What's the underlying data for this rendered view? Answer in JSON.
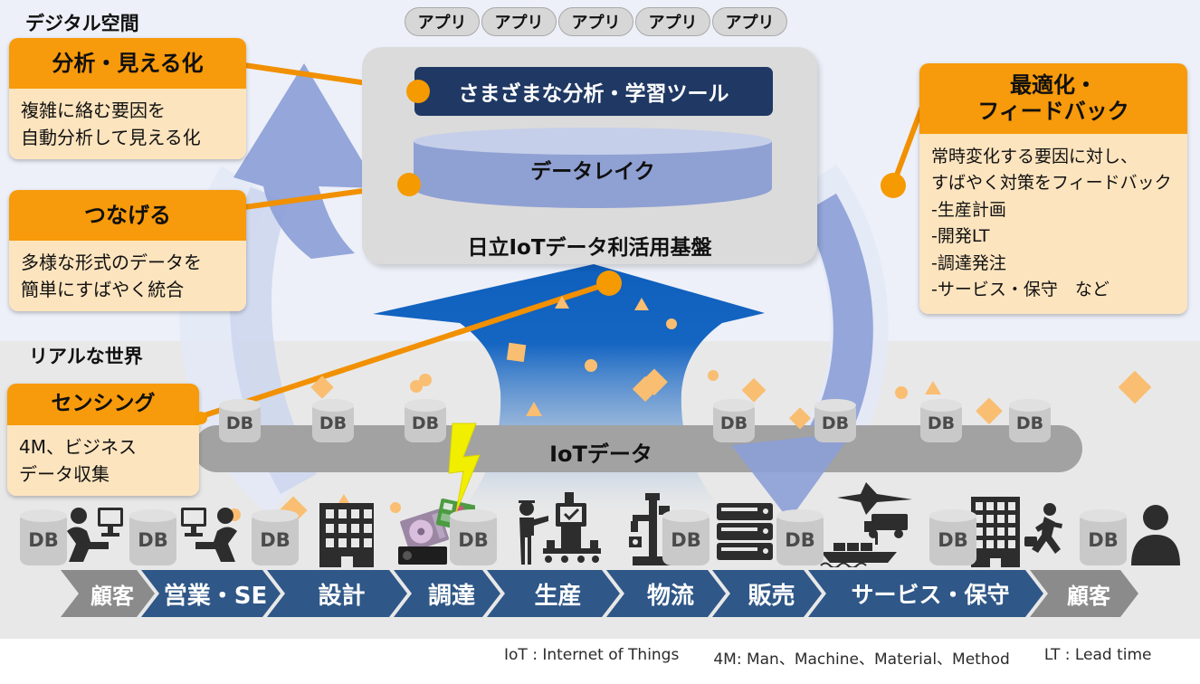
{
  "headings": {
    "digital_space": "デジタル空間",
    "real_world": "リアルな世界"
  },
  "callouts": {
    "analysis": {
      "title": "分析・見える化",
      "body_line1": "複雑に絡む要因を",
      "body_line2": "自動分析して見える化"
    },
    "connect": {
      "title": "つなげる",
      "body_line1": "多様な形式のデータを",
      "body_line2": "簡単にすばやく統合"
    },
    "sensing": {
      "title": "センシング",
      "body_line1": "4M、ビジネス",
      "body_line2": "データ収集"
    },
    "optimize": {
      "title_line1": "最適化・",
      "title_line2": "フィードバック",
      "body_line1": "常時変化する要因に対し、",
      "body_line2": "すばやく対策をフィードバック",
      "items": [
        "-生産計画",
        "-開発LT",
        "-調達発注",
        "-サービス・保守　など"
      ]
    }
  },
  "platform": {
    "app_chips": [
      "アプリ",
      "アプリ",
      "アプリ",
      "アプリ",
      "アプリ"
    ],
    "analysis_tools": "さまざまな分析・学習ツール",
    "data_lake": "データレイク",
    "caption": "日立IoTデータ利活用基盤"
  },
  "iot_layer": {
    "bar_label": "IoTデータ",
    "db_label": "DB"
  },
  "process_flow": {
    "steps": [
      {
        "label": "顧客",
        "color": "gray"
      },
      {
        "label": "営業・SE",
        "color": "blue"
      },
      {
        "label": "設計",
        "color": "blue"
      },
      {
        "label": "調達",
        "color": "blue"
      },
      {
        "label": "生産",
        "color": "blue"
      },
      {
        "label": "物流",
        "color": "blue"
      },
      {
        "label": "販売",
        "color": "blue"
      },
      {
        "label": "サービス・保守",
        "color": "blue"
      },
      {
        "label": "顧客",
        "color": "gray"
      }
    ]
  },
  "footer": {
    "iot_note": "IoT : Internet  of Things",
    "fourm_note": "4M: Man、Machine、Material、Method",
    "lt_note": "LT : Lead time"
  },
  "icons": {
    "names": [
      "database-cylinder-icon",
      "person-at-computer-icon",
      "office-building-icon",
      "hdd-and-circuit-board-icon",
      "factory-worker-icon",
      "industrial-machine-icon",
      "server-rack-icon",
      "plane-truck-ship-icon",
      "headquarters-building-icon",
      "running-salesperson-icon",
      "customer-person-icon",
      "lightning-icon",
      "data-particle-icon"
    ]
  },
  "colors": {
    "accent_orange": "#F79A0B",
    "callout_body_peach": "#FCE4BE",
    "navy": "#1F3864",
    "data_lake_fill": "#8FA0D3",
    "chevron_blue": "#2F5787",
    "chevron_gray": "#8B8B8B",
    "mountain_blue": "#1565C2",
    "swirl_periwinkle": "#8C9FD7",
    "iot_bar_gray": "#A2A2A2"
  }
}
